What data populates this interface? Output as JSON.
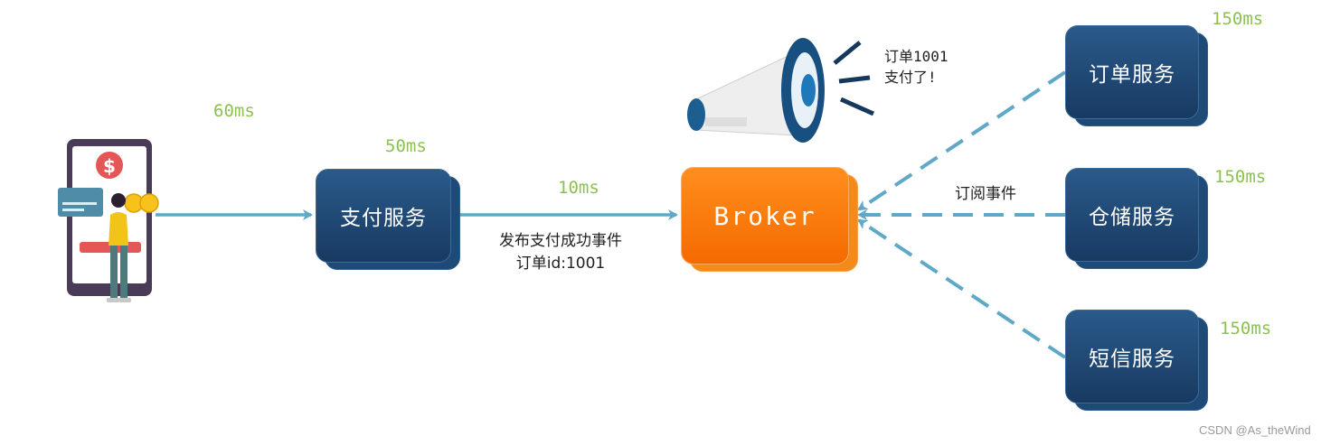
{
  "nodes": {
    "pay": "支付服务",
    "broker": "Broker",
    "order": "订单服务",
    "storage": "仓储服务",
    "sms": "短信服务"
  },
  "timings": {
    "client": "60ms",
    "pay": "50ms",
    "publish": "10ms",
    "order": "150ms",
    "storage": "150ms",
    "sms": "150ms"
  },
  "edges": {
    "publish_line1": "发布支付成功事件",
    "publish_line2": "订单id:1001",
    "subscribe": "订阅事件"
  },
  "announcement": {
    "line1": "订单1001",
    "line2": "支付了!"
  },
  "phone_icon_symbol": "$",
  "watermark": "CSDN @As_theWind",
  "colors": {
    "service_box": "#1d4670",
    "broker_box": "#ff7b0e",
    "arrow": "#5fa8c8",
    "timing_text": "#8cc152"
  }
}
